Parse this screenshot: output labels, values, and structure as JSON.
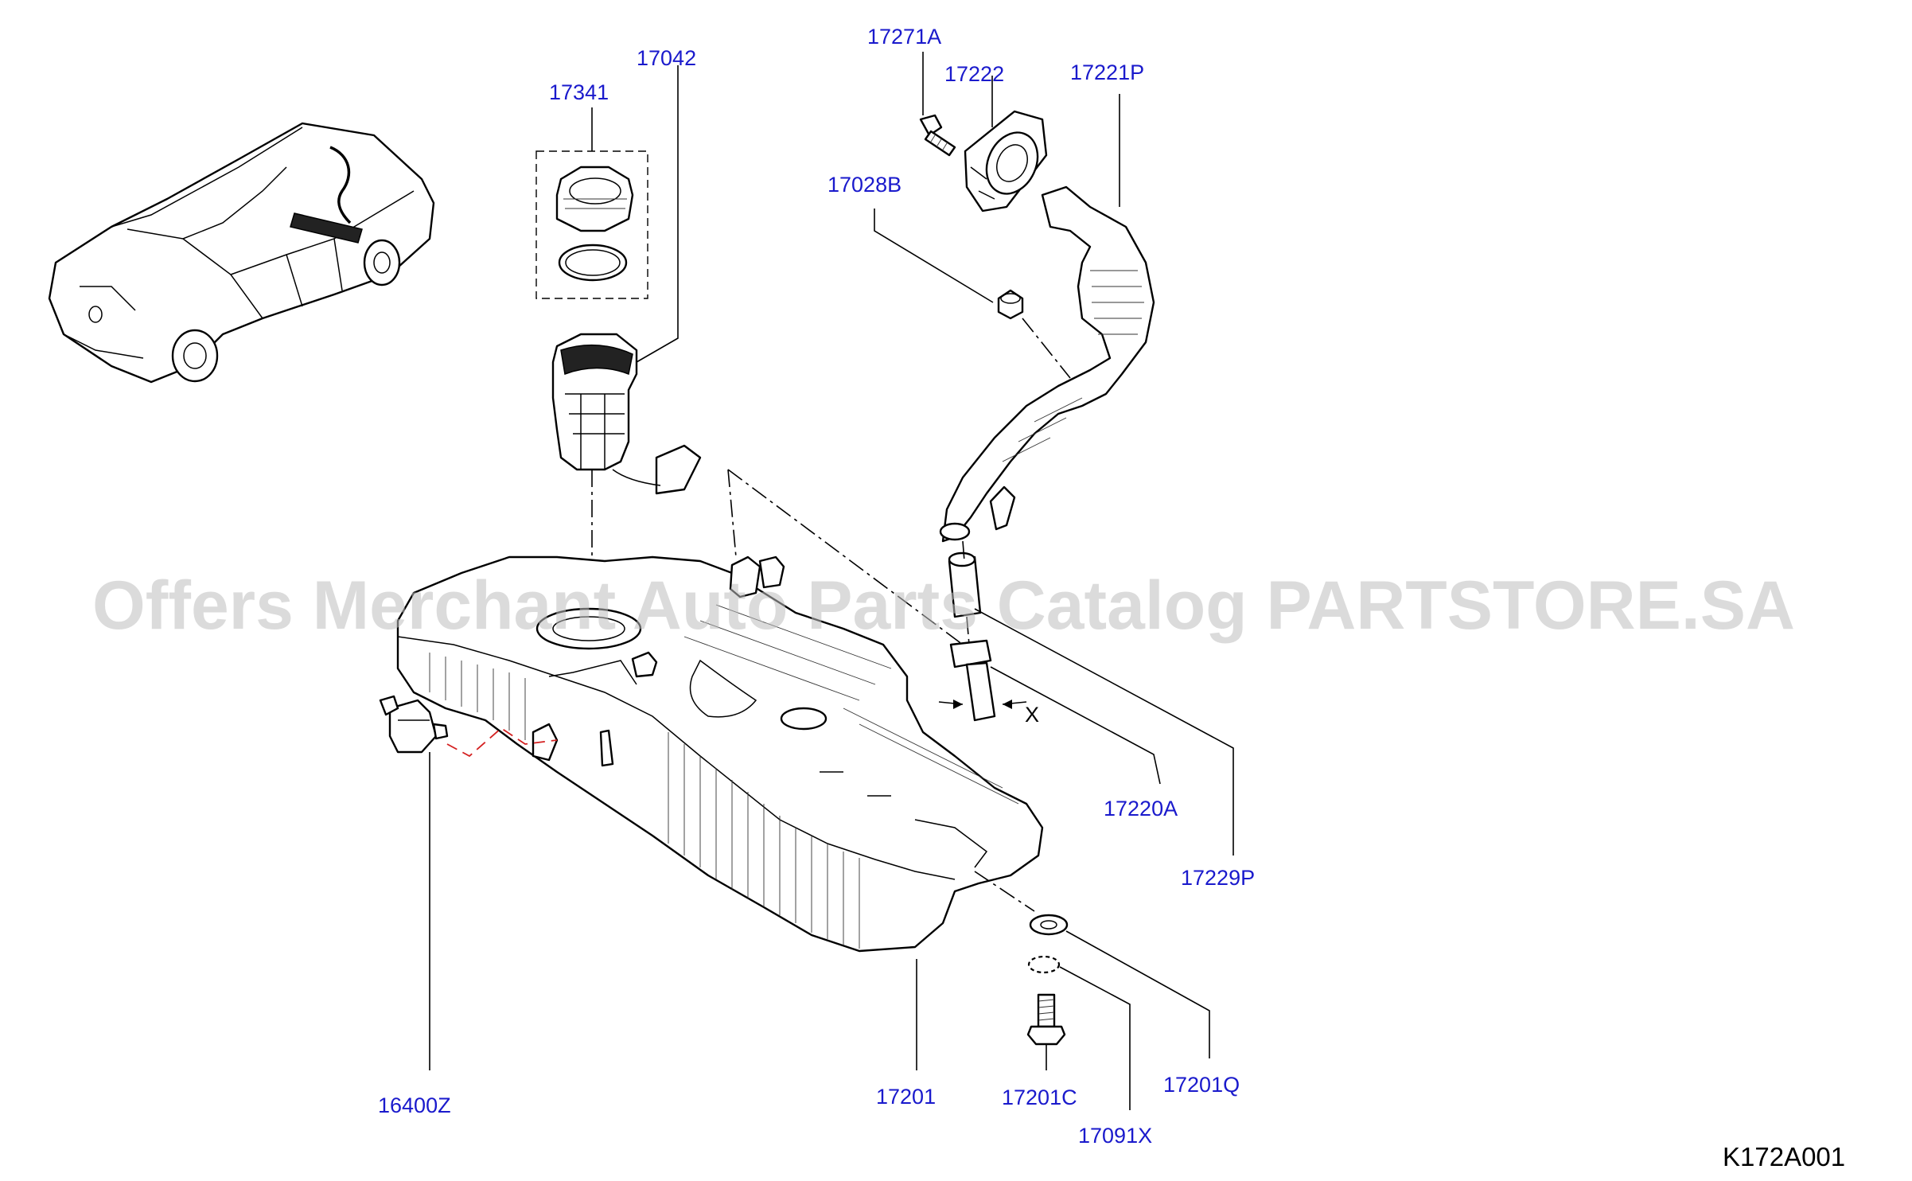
{
  "watermark": "Offers Merchant Auto Parts Catalog PARTSTORE.SA",
  "diagram_code": "K172A001",
  "dimension_mark": "X",
  "colors": {
    "label": "#1a1acc",
    "watermark": "#bdbdbd",
    "line": "#000000",
    "dashed_red": "#d42020"
  },
  "parts": [
    {
      "number": "17341"
    },
    {
      "number": "17042"
    },
    {
      "number": "17271A"
    },
    {
      "number": "17222"
    },
    {
      "number": "17221P"
    },
    {
      "number": "17028B"
    },
    {
      "number": "17220A"
    },
    {
      "number": "17229P"
    },
    {
      "number": "16400Z"
    },
    {
      "number": "17201"
    },
    {
      "number": "17201C"
    },
    {
      "number": "17091X"
    },
    {
      "number": "17201Q"
    }
  ]
}
